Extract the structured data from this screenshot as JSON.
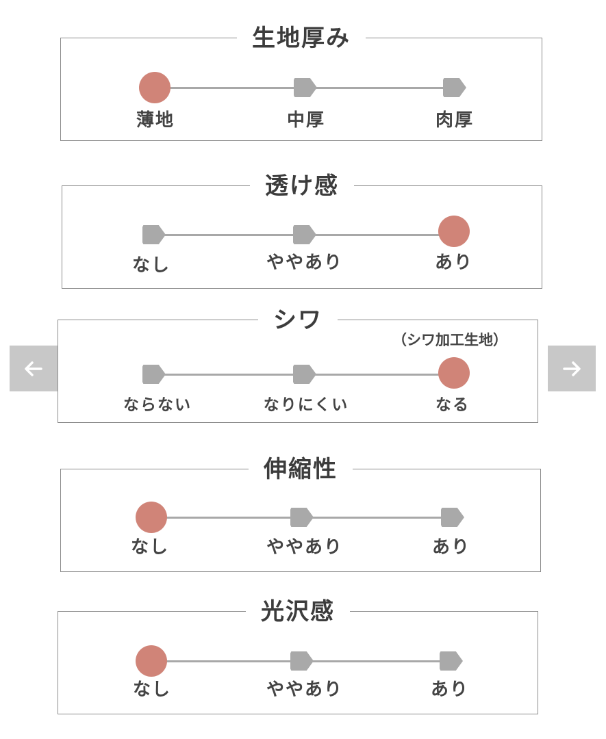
{
  "sections": [
    {
      "title": "生地厚み",
      "options": [
        "薄地",
        "中厚",
        "肉厚"
      ],
      "selected_index": 0
    },
    {
      "title": "透け感",
      "options": [
        "なし",
        "ややあり",
        "あり"
      ],
      "selected_index": 2
    },
    {
      "title": "シワ",
      "options": [
        "ならない",
        "なりにくい",
        "なる"
      ],
      "selected_index": 2,
      "note": "（シワ加工生地）"
    },
    {
      "title": "伸縮性",
      "options": [
        "なし",
        "ややあり",
        "あり"
      ],
      "selected_index": 0
    },
    {
      "title": "光沢感",
      "options": [
        "なし",
        "ややあり",
        "あり"
      ],
      "selected_index": 0
    }
  ],
  "nav": {
    "prev_icon": "arrow-left-icon",
    "next_icon": "arrow-right-icon"
  },
  "colors": {
    "selected": "#d08478",
    "unselected": "#a9a9a9",
    "track": "#a8a8a8",
    "nav_bg": "#c8c8c8"
  }
}
